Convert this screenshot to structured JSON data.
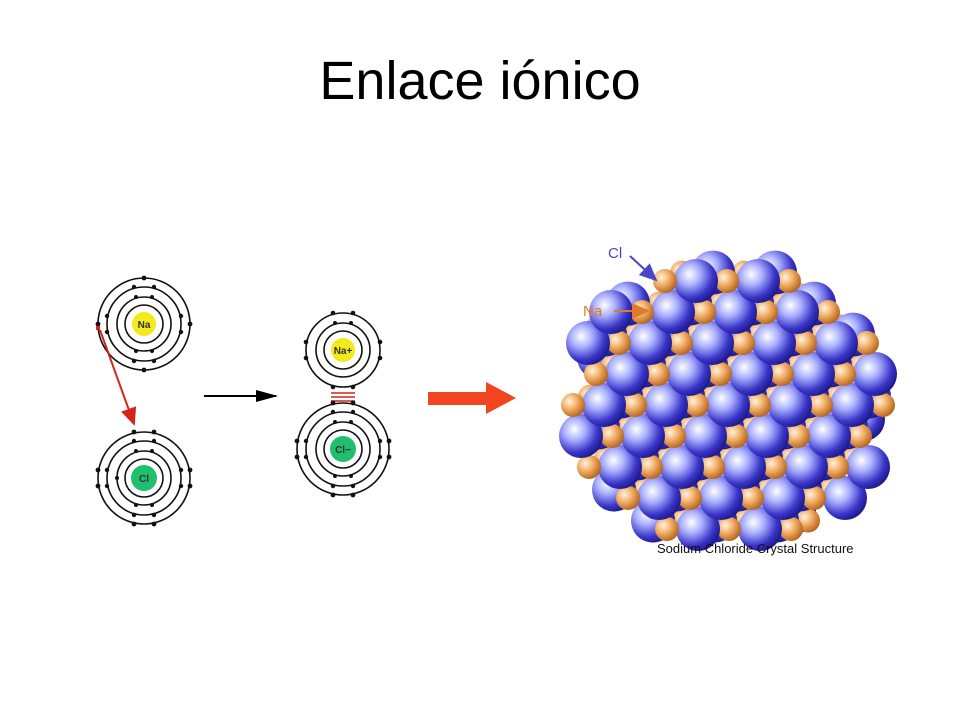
{
  "slide": {
    "title": "Enlace iónico"
  },
  "diagram": {
    "atom_na_label": "Na",
    "atom_cl_label": "Cl",
    "ion_na_label": "Na+",
    "ion_cl_label": "Cl−",
    "crystal_cl_label": "Cl",
    "crystal_na_label": "Na",
    "crystal_caption": "Sodium Chloride Crystal Structure",
    "colors": {
      "na_nucleus": "#f2ea1c",
      "cl_nucleus": "#1fbf6e",
      "electron_arrow": "#d4251b",
      "process_arrow": "#f0451f",
      "cl_sphere": "#3a36c8",
      "na_sphere": "#e8913a",
      "cl_label": "#4a46c8",
      "na_label": "#e07a2a"
    }
  }
}
